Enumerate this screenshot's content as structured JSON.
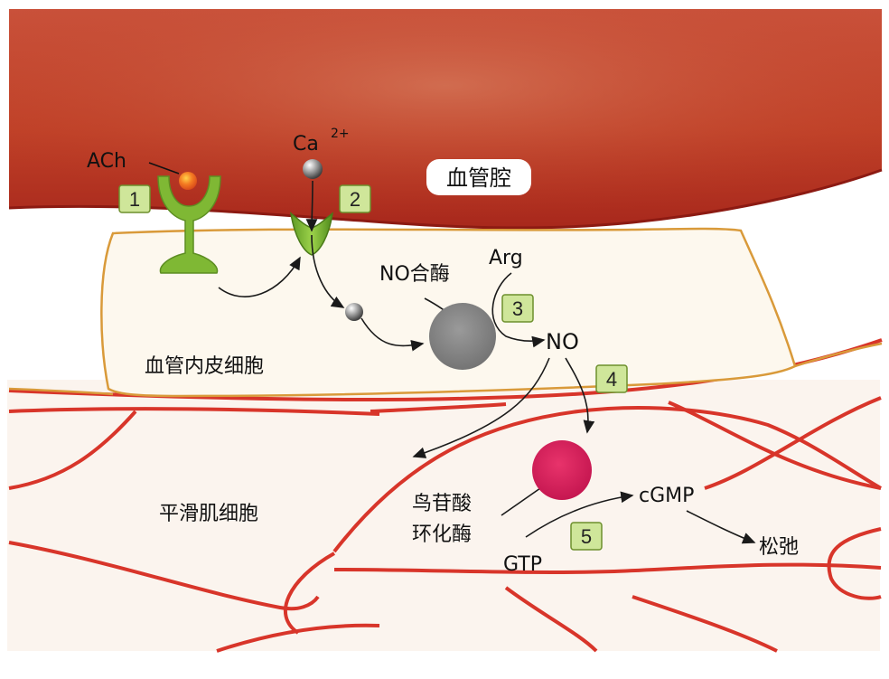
{
  "labels": {
    "lumen": "血管腔",
    "endothelial_cell": "血管内皮细胞",
    "smooth_muscle_cell": "平滑肌细胞",
    "ach": "ACh",
    "calcium": "Ca",
    "calcium_charge": "2+",
    "no_synthase": "NO合酶",
    "arginine": "Arg",
    "no": "NO",
    "guanylate_cyclase_line1": "鸟苷酸",
    "guanylate_cyclase_line2": "环化酶",
    "gtp": "GTP",
    "cgmp": "cGMP",
    "relaxation": "松弛"
  },
  "steps": [
    "1",
    "2",
    "3",
    "4",
    "5"
  ],
  "colors": {
    "lumen": "#c4442a",
    "cell_outline_endo": "#d99a3a",
    "cell_outline_smooth": "#d8352a",
    "receptor": "#7fb834",
    "ach_ball": "#f05a1e",
    "enzyme_nos": "#8a8a8a",
    "enzyme_gc": "#d81e5b",
    "step_box": "#cfe69a"
  }
}
